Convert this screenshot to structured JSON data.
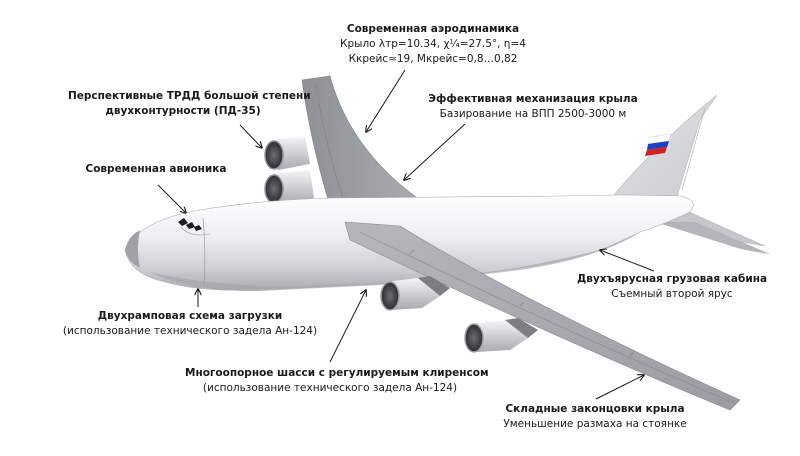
{
  "diagram": {
    "colors": {
      "background": "#ffffff",
      "fuselage": "#e9ebee",
      "fuselage_shadow": "#b9bcc1",
      "wing": "#9fa3a9",
      "wing_dark": "#878b91",
      "engine_nacelle": "#c9ccd0",
      "engine_inlet": "#3a3c40",
      "leader_line": "#1a1a1a",
      "flag_white": "#ffffff",
      "flag_blue": "#1f3fbf",
      "flag_red": "#d42020"
    },
    "labels": [
      {
        "id": "aerodynamics",
        "title": "Современная аэродинамика",
        "lines": [
          "Крыло λтр=10.34, χ¼=27.5°, η=4",
          "Ккрейс≈19, Мкрейс=0,8…0,82"
        ]
      },
      {
        "id": "engines",
        "title": "Перспективные ТРДД большой степени",
        "title2": "двухконтурности (ПД-35)"
      },
      {
        "id": "wing-mechanization",
        "title": "Эффективная механизация крыла",
        "lines": [
          "Базирование на ВПП 2500-3000  м"
        ]
      },
      {
        "id": "avionics",
        "title": "Современная авионика"
      },
      {
        "id": "loading-scheme",
        "title": "Двухрамповая схема загрузки",
        "lines": [
          "(использование технического задела Ан-124)"
        ]
      },
      {
        "id": "landing-gear",
        "title": "Многоопорное шасси с  регулируемым клиренсом",
        "lines": [
          "(использование технического задела Ан-124)"
        ]
      },
      {
        "id": "cargo-cabin",
        "title": "Двухъярусная грузовая кабина",
        "lines": [
          "Съемный второй ярус"
        ]
      },
      {
        "id": "folding-wingtips",
        "title": "Складные законцовки крыла",
        "lines": [
          "Уменьшение размаха на стоянке"
        ]
      }
    ]
  }
}
